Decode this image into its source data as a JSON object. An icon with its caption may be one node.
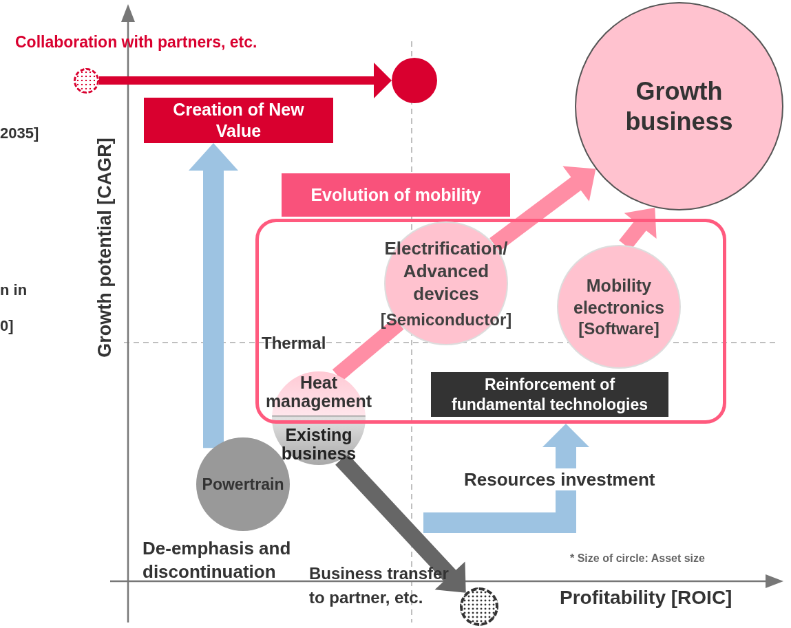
{
  "diagram": {
    "nodes": [
      {
        "text": [],
        "shape": "circle"
      },
      {
        "text": [],
        "shape": "circle"
      },
      {
        "text": [
          "Creation of New Value"
        ]
      },
      {
        "text": [
          "Growth business"
        ]
      },
      {
        "text": [
          "Evolution of mobility"
        ]
      },
      {
        "text": [],
        "shape": "box"
      },
      {
        "text": [
          "Electrification/ Advanced devices",
          "[Semiconductor]"
        ],
        "in": 5
      },
      {
        "text": [
          "Mobility electronics",
          "[Software]"
        ],
        "in": 5
      },
      {
        "text": [
          "Reinforcement of fundamental technologies"
        ],
        "in": 5
      },
      {
        "text": [
          "Heat management",
          "Existing business"
        ],
        "beside": [
          "Thermal"
        ]
      },
      {
        "text": [
          "Powertrain"
        ]
      },
      {
        "text": [],
        "shape": "circle"
      }
    ],
    "edges": [
      {
        "from": 0,
        "to": 1,
        "arrow": "to",
        "color": "#d9002f"
      },
      {
        "from": 10,
        "to": 2,
        "arrow": "to",
        "color": "#9dc3e2"
      },
      {
        "from": 9,
        "to": 6,
        "arrow": "none"
      },
      {
        "from": 6,
        "to": 3,
        "arrow": "to"
      },
      {
        "from": 7,
        "to": 3,
        "arrow": "to"
      },
      {
        "from": null,
        "to": 5,
        "arrow": "to",
        "label": "Resources investment",
        "color": "#9dc3e2"
      },
      {
        "from": 9,
        "to": 11,
        "arrow": "to",
        "color": "#666666"
      }
    ],
    "labels": [
      "Collaboration with partners, etc.",
      "2035]",
      "n in",
      "0]",
      "Growth potential [CAGR]",
      "De-emphasis and discontinuation",
      "Business transfer to partner, etc.",
      "Profitability [ROIC]",
      "* Size of circle: Asset size"
    ]
  }
}
